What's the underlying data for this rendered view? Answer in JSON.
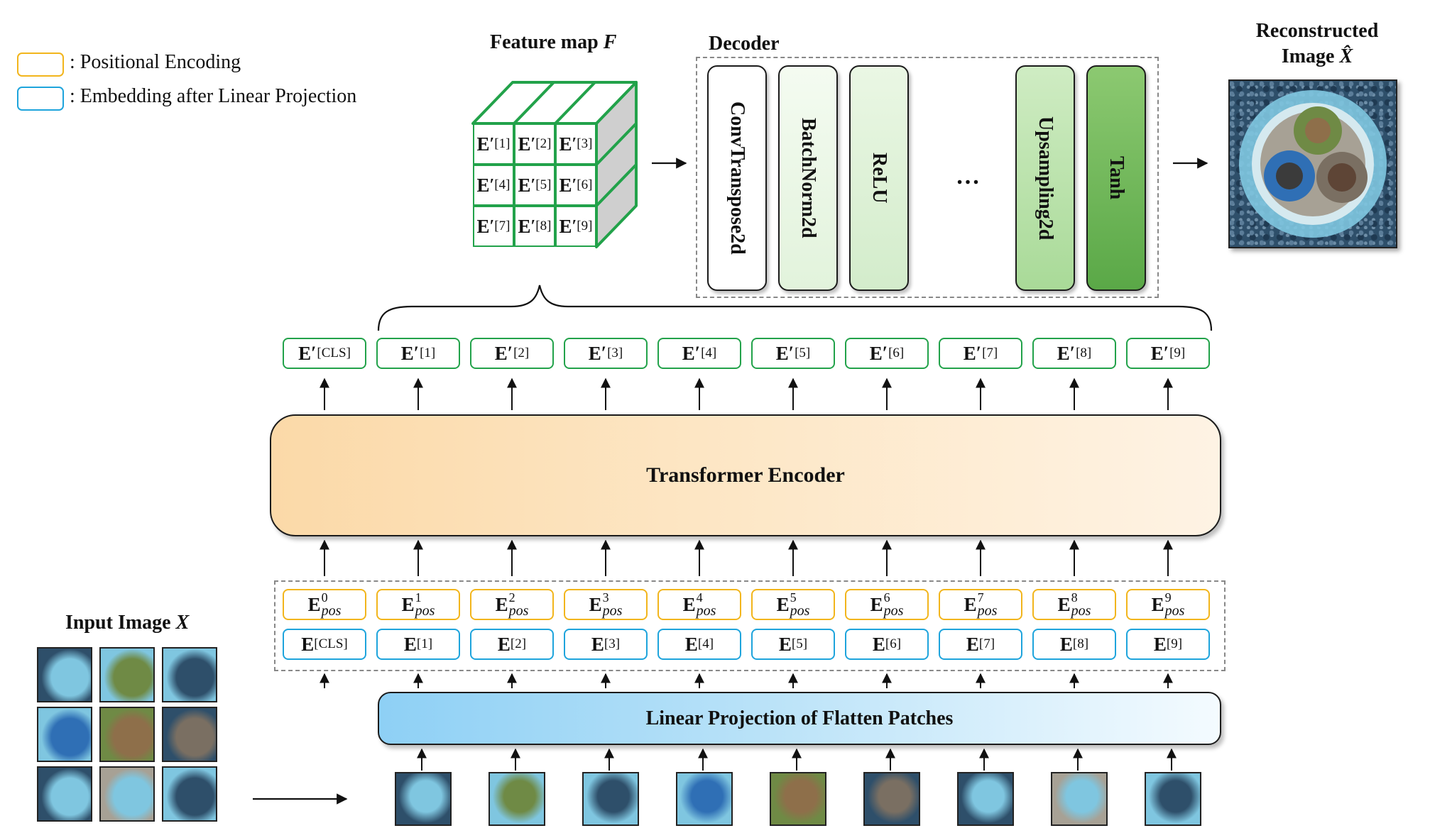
{
  "legend": {
    "positional": ": Positional Encoding",
    "embedding": ": Embedding after Linear Projection",
    "positional_color": "#f2b51c",
    "embedding_color": "#1ea4dc"
  },
  "headings": {
    "feature_map": "Feature map",
    "feature_map_symbol": "F",
    "decoder": "Decoder",
    "reconstructed_line1": "Reconstructed",
    "reconstructed_line2": "Image",
    "reconstructed_symbol": "X̂",
    "input_image": "Input Image",
    "input_symbol": "X"
  },
  "decoder": {
    "layers": [
      "ConvTranspose2d",
      "BatchNorm2d",
      "ReLU",
      "Upsampling2d",
      "Tanh"
    ],
    "ellipsis": "…"
  },
  "blocks": {
    "transformer": "Transformer Encoder",
    "projection": "Linear Projection of Flatten Patches"
  },
  "tokens": {
    "base": "E",
    "prime": "′",
    "pos_label": "pos",
    "indices": [
      "[CLS]",
      "[1]",
      "[2]",
      "[3]",
      "[4]",
      "[5]",
      "[6]",
      "[7]",
      "[8]",
      "[9]"
    ],
    "pos_indices": [
      "0",
      "1",
      "2",
      "3",
      "4",
      "5",
      "6",
      "7",
      "8",
      "9"
    ]
  },
  "cube": {
    "cells": [
      "[1]",
      "[2]",
      "[3]",
      "[4]",
      "[5]",
      "[6]",
      "[7]",
      "[8]",
      "[9]"
    ]
  },
  "colors": {
    "output_token": "#22a24a",
    "positional_token": "#f2b51c",
    "embedding_token": "#1ea4dc",
    "encoder_fill": "#fbd9a8",
    "projection_fill": "#8ed0f5"
  }
}
